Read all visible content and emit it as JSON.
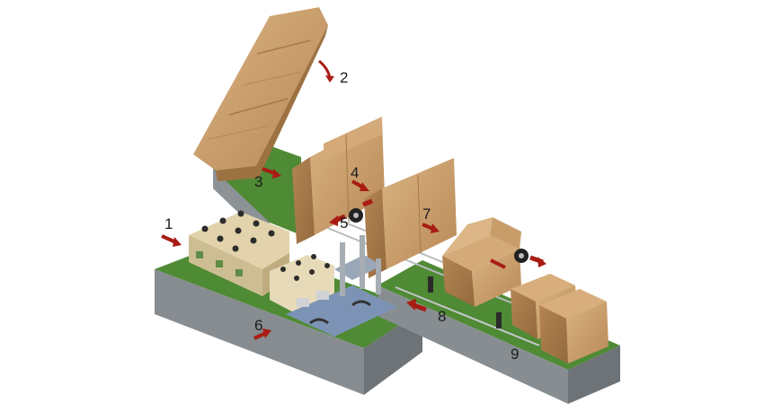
{
  "steps": [
    {
      "label": "1"
    },
    {
      "label": "2"
    },
    {
      "label": "3"
    },
    {
      "label": "4"
    },
    {
      "label": "5"
    },
    {
      "label": "6"
    },
    {
      "label": "7"
    },
    {
      "label": "8"
    },
    {
      "label": "9"
    }
  ],
  "colors": {
    "grass": "#4f8a34",
    "grass_side": "#3b6b25",
    "concrete": "#8c9296",
    "concrete_dark": "#6d7377",
    "cardboard": "#c79b68",
    "cardboard_light": "#d8b181",
    "cardboard_dark": "#a77c4d",
    "arrow": "#a81c14",
    "jerrycan": "#e6d8b4",
    "machine_base": "#7d93b5"
  }
}
